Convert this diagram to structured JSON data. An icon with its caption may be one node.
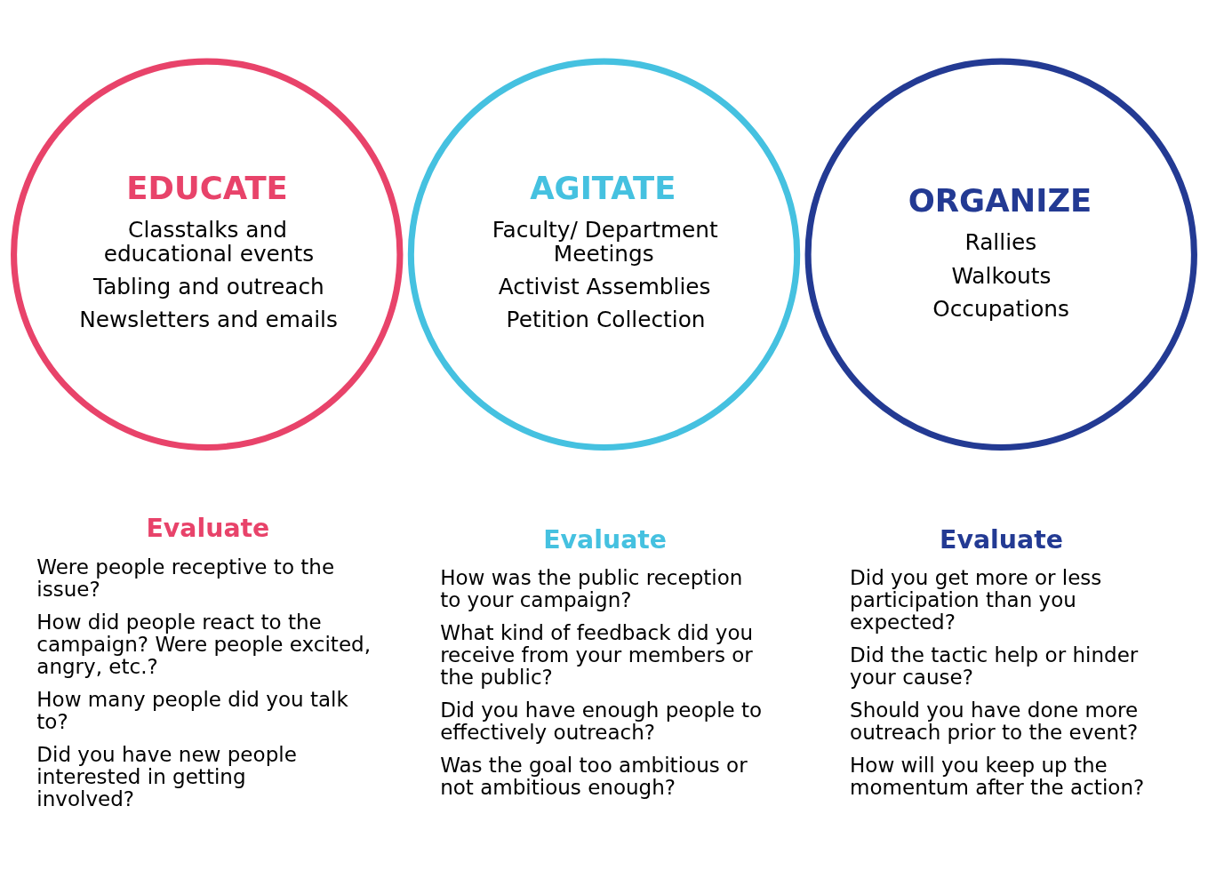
{
  "diagram": {
    "nodes": [
      {
        "text": [
          "EDUCATE",
          "Classtalks and educational events",
          "Tabling and outreach",
          "Newsletters and emails"
        ],
        "beside": [
          "Evaluate",
          "Were people receptive to the issue?",
          "How did people react to the campaign? Were people excited, angry, etc.?",
          "How many people did you talk to?",
          "Did you have new people interested in getting involved?"
        ]
      },
      {
        "text": [
          "AGITATE",
          "Faculty/ Department Meetings",
          "Activist Assemblies",
          "Petition Collection"
        ],
        "beside": [
          "Evaluate",
          "How was the public reception to your campaign?",
          "What kind of feedback did you receive from your members or the public?",
          "Did you have enough people to effectively outreach?",
          "Was the goal too ambitious or not ambitious enough?"
        ]
      },
      {
        "text": [
          "ORGANIZE",
          "Rallies",
          "Walkouts",
          "Occupations"
        ],
        "beside": [
          "Evaluate",
          "Did you get more or less participation than you expected?",
          "Did the tactic help or hinder your cause?",
          "Should you have done more outreach prior to the event?",
          "How will you keep up the momentum after the action?"
        ]
      }
    ],
    "edges": []
  }
}
